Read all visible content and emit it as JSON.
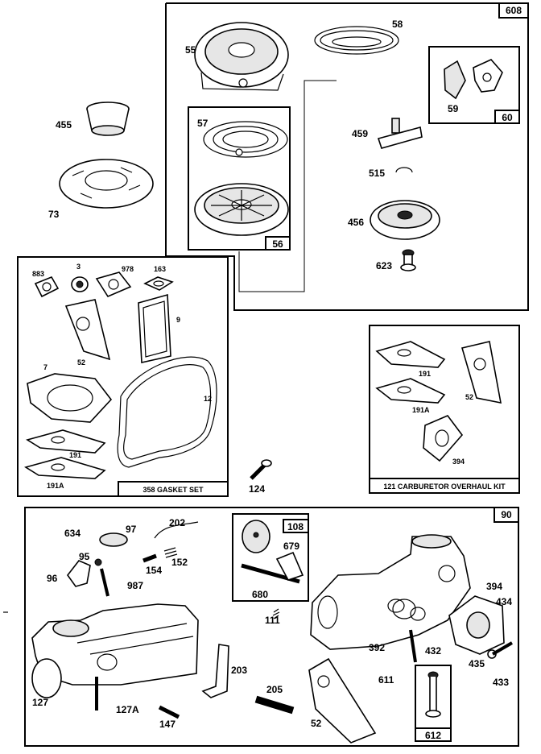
{
  "kits": {
    "k608": "608",
    "k60": "60",
    "k56": "56",
    "gasket_set": "358 GASKET SET",
    "carb_kit": "121 CARBURETOR OVERHAUL KIT",
    "k90": "90",
    "k108": "108",
    "k612": "612"
  },
  "labels": {
    "p55": "55",
    "p58": "58",
    "p59": "59",
    "p57": "57",
    "p459": "459",
    "p515": "515",
    "p456": "456",
    "p623": "623",
    "p455": "455",
    "p73": "73",
    "p883": "883",
    "p3": "3",
    "p978": "978",
    "p163": "163",
    "p9": "9",
    "p52a": "52",
    "p7": "7",
    "p12": "12",
    "p191a": "191",
    "p191Aa": "191A",
    "p191b": "191",
    "p52b": "52",
    "p191Ab": "191A",
    "p394a": "394",
    "p124": "124",
    "p634": "634",
    "p97": "97",
    "p202": "202",
    "p95": "95",
    "p96": "96",
    "p154": "154",
    "p152": "152",
    "p987": "987",
    "p679": "679",
    "p680": "680",
    "p111": "111",
    "p394b": "394",
    "p434": "434",
    "p392": "392",
    "p432": "432",
    "p611": "611",
    "p435": "435",
    "p433": "433",
    "p127": "127",
    "p127A": "127A",
    "p203": "203",
    "p205": "205",
    "p147": "147",
    "p52c": "52"
  }
}
